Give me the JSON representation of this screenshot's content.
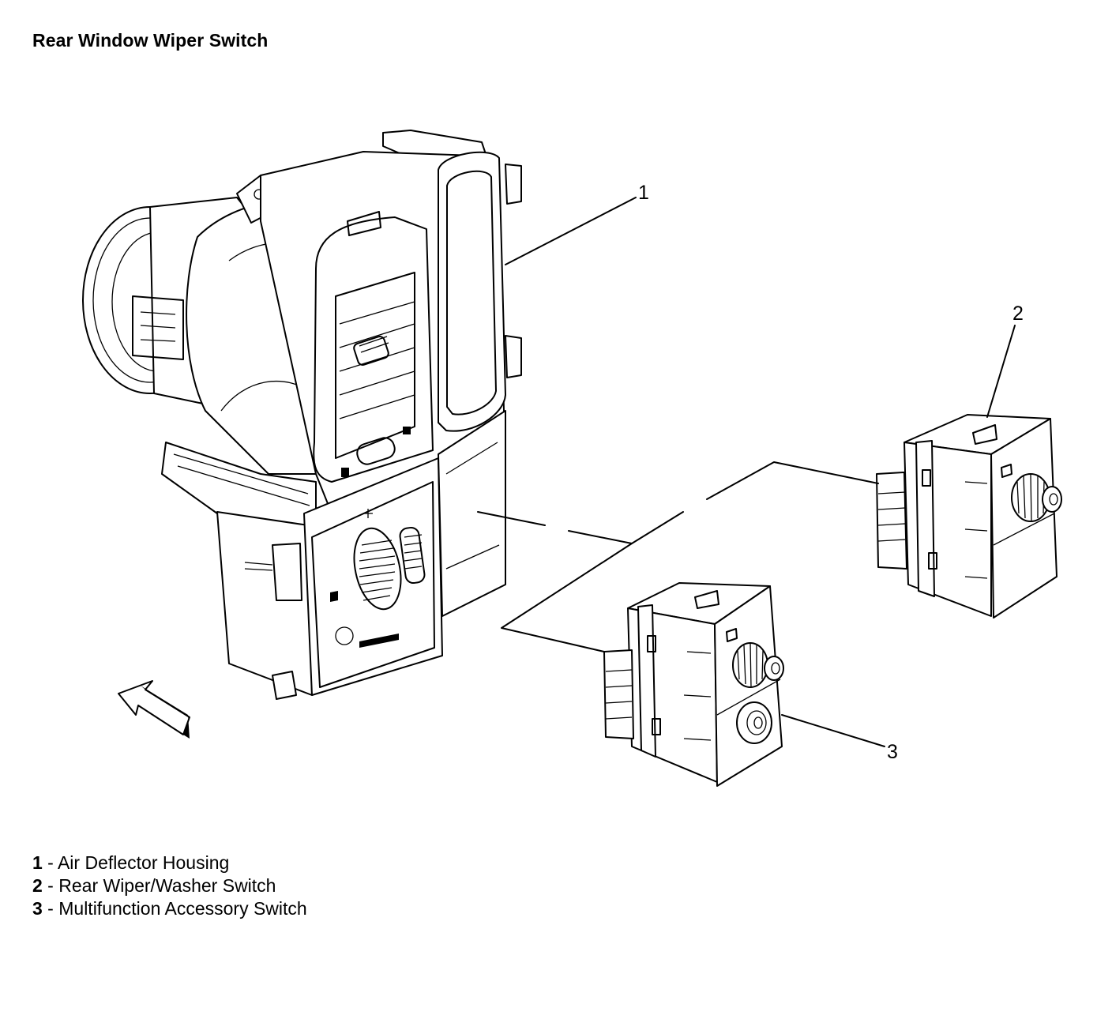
{
  "title": "Rear Window Wiper Switch",
  "callouts": [
    "1",
    "2",
    "3"
  ],
  "legend": [
    {
      "num": "1",
      "sep": " - ",
      "label": "Air Deflector Housing"
    },
    {
      "num": "2",
      "sep": " - ",
      "label": "Rear Wiper/Washer Switch"
    },
    {
      "num": "3",
      "sep": " - ",
      "label": "Multifunction Accessory Switch"
    }
  ],
  "icons": [
    "air-deflector-housing-drawing",
    "rear-wiper-washer-switch-drawing",
    "multifunction-accessory-switch-drawing",
    "forward-direction-arrow-icon"
  ]
}
